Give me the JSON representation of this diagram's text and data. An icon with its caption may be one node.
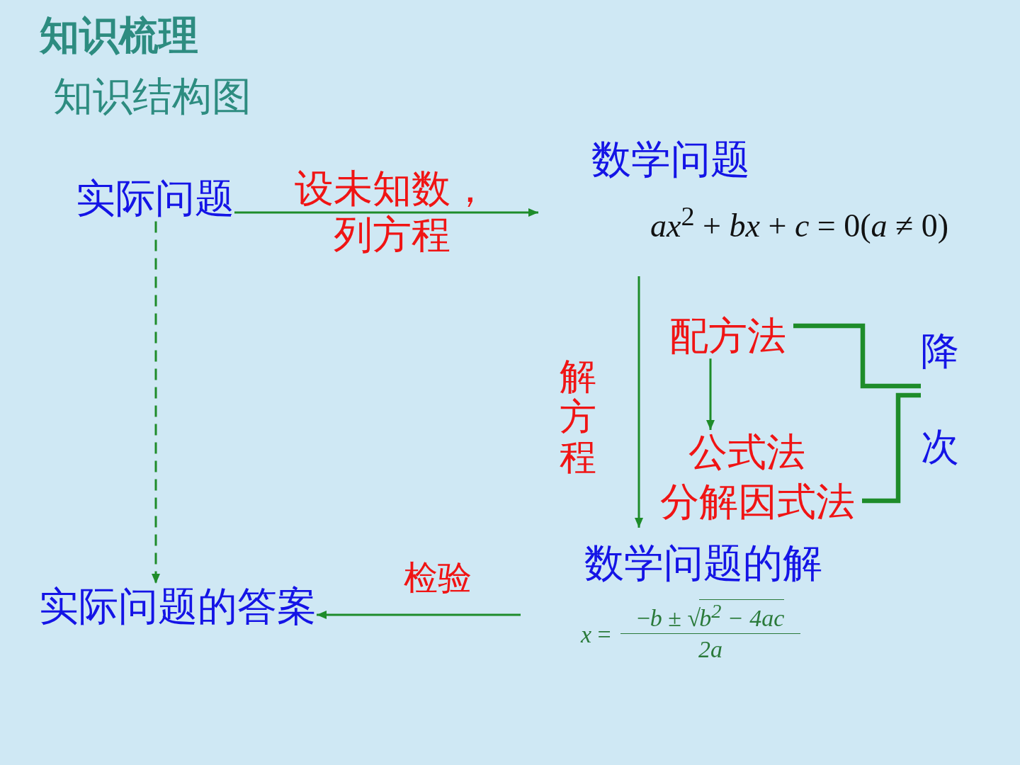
{
  "diagram": {
    "title": "知识梳理",
    "nodes": [
      {
        "text": [
          "实际问题"
        ]
      },
      {
        "text": [
          "数学问题",
          "*ax*$^{2}$ + *bx* + *c* = 0(*a* ≠ 0)"
        ]
      },
      {
        "text": [
          "配方法"
        ]
      },
      {
        "text": [
          "降次"
        ]
      },
      {
        "text": [
          "公式法"
        ]
      },
      {
        "text": [
          "分解因式法"
        ]
      },
      {
        "text": [
          "数学问题的解",
          "*x* =",
          "−*b* ± √",
          "b$^{2}$ − 4ac",
          "2a"
        ]
      },
      {
        "text": [
          "实际问题的答案"
        ]
      }
    ],
    "edges": [
      {
        "from": 0,
        "to": 1,
        "arrow": "to",
        "label": "设未知数，列方程"
      },
      {
        "from": 1,
        "to": 6,
        "arrow": "to",
        "label": "解方程"
      },
      {
        "from": 2,
        "to": 4,
        "arrow": "to"
      },
      {
        "from": 2,
        "to": 3,
        "arrow": "none",
        "style": "thick"
      },
      {
        "from": 5,
        "to": 3,
        "arrow": "none",
        "style": "thick"
      },
      {
        "from": 6,
        "to": 7,
        "arrow": "to",
        "label": "检验"
      },
      {
        "from": 0,
        "to": 7,
        "arrow": "to",
        "style": "dashed"
      }
    ],
    "labels": [
      "知识结构图"
    ]
  }
}
